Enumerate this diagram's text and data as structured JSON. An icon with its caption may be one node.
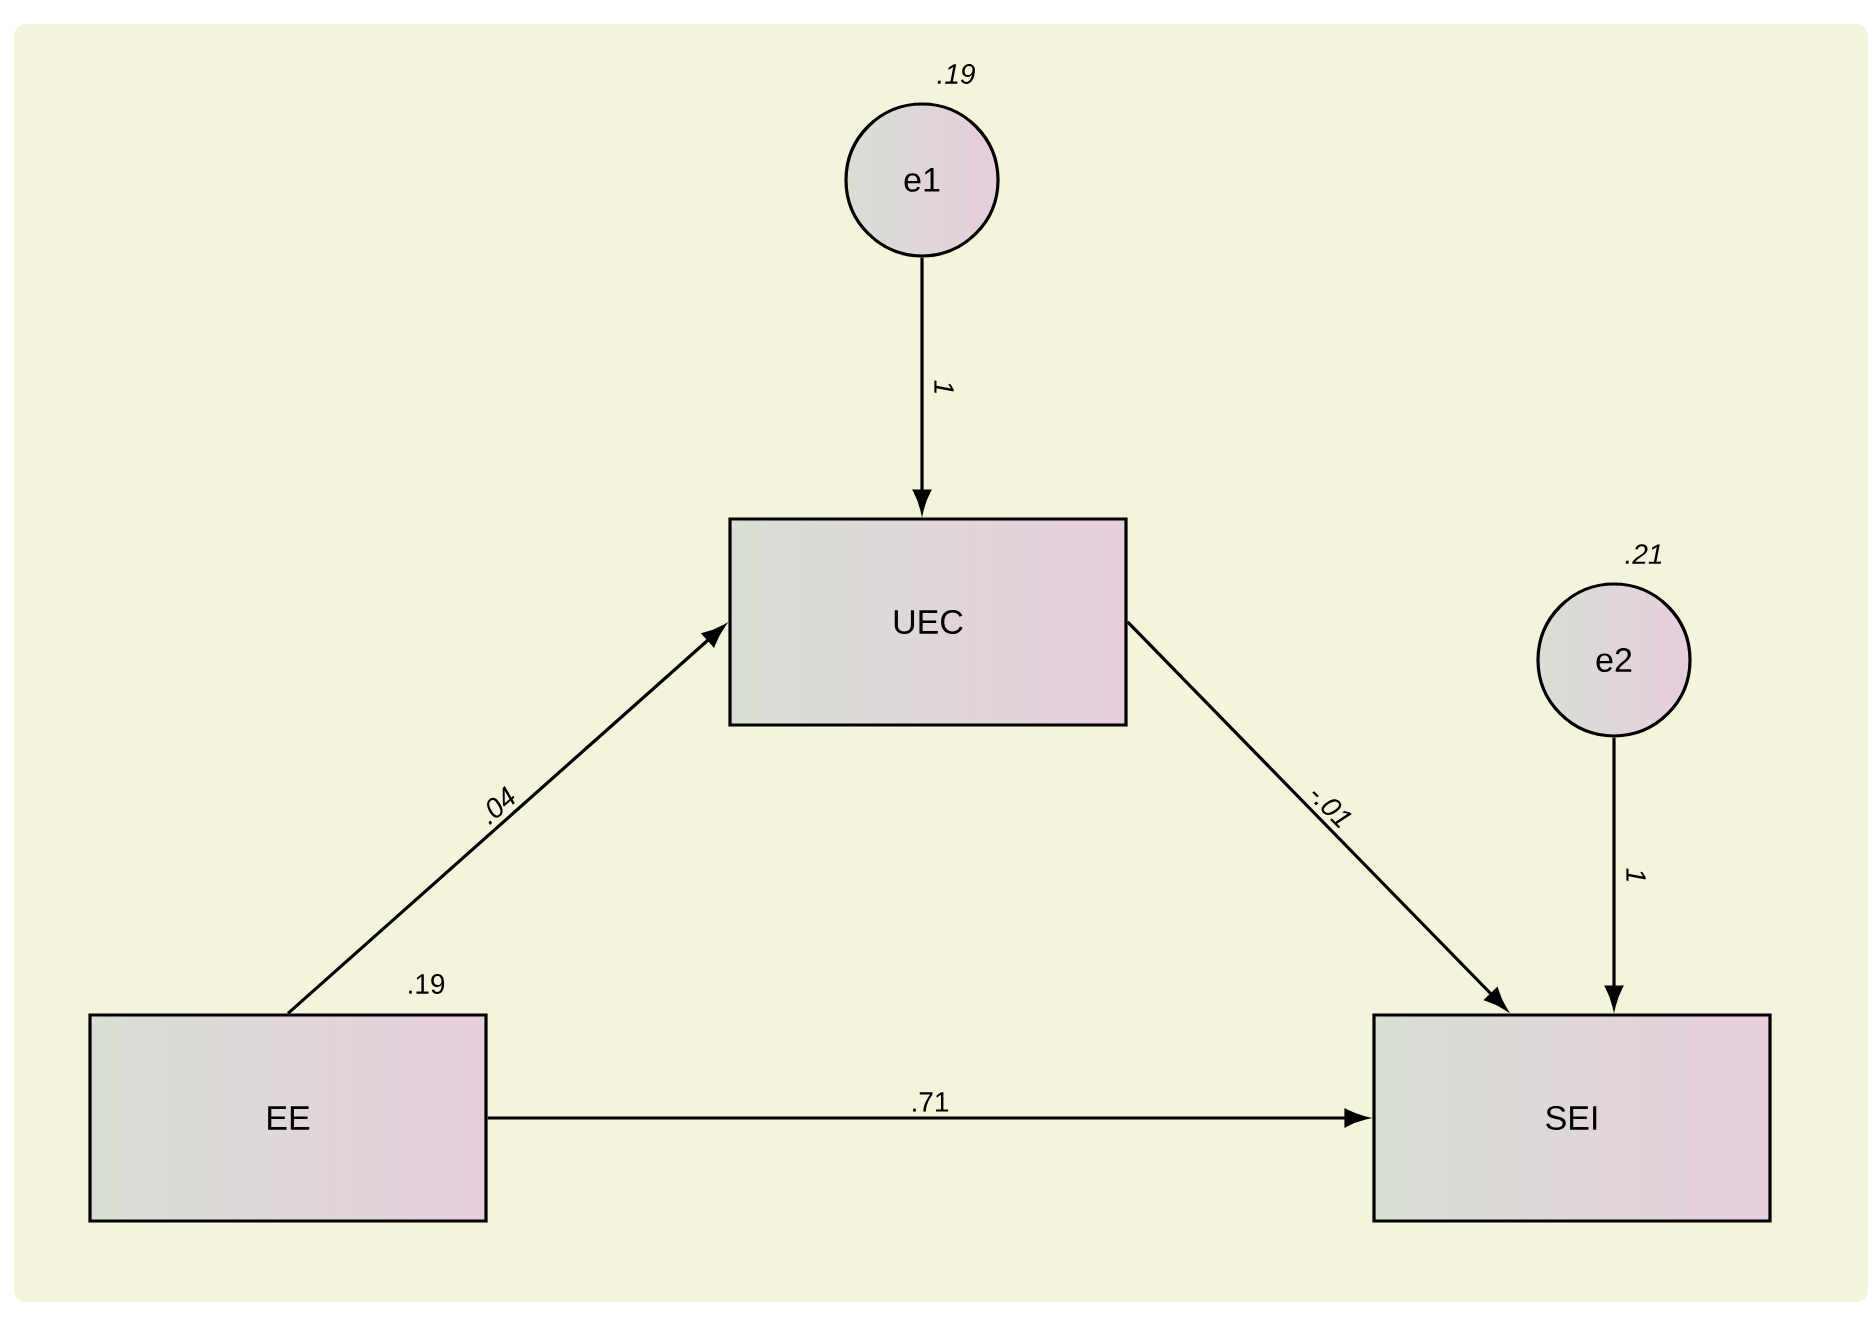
{
  "diagram": {
    "nodes": [
      {
        "text": [
          "e1"
        ],
        "beside": [
          ".19"
        ]
      },
      {
        "text": [
          "UEC"
        ]
      },
      {
        "text": [
          "e2"
        ],
        "beside": [
          ".21"
        ]
      },
      {
        "text": [
          "EE"
        ],
        "beside": [
          ".19"
        ]
      },
      {
        "text": [
          "SEI"
        ]
      }
    ],
    "edges": [
      {
        "from": 0,
        "to": 1,
        "arrow": "to",
        "label": "1"
      },
      {
        "from": 3,
        "to": 1,
        "arrow": "to",
        "label": ".04"
      },
      {
        "from": 1,
        "to": 4,
        "arrow": "to",
        "label": "-.01"
      },
      {
        "from": 2,
        "to": 4,
        "arrow": "to",
        "label": "1"
      },
      {
        "from": 3,
        "to": 4,
        "arrow": "to",
        "label": ".71"
      }
    ]
  }
}
